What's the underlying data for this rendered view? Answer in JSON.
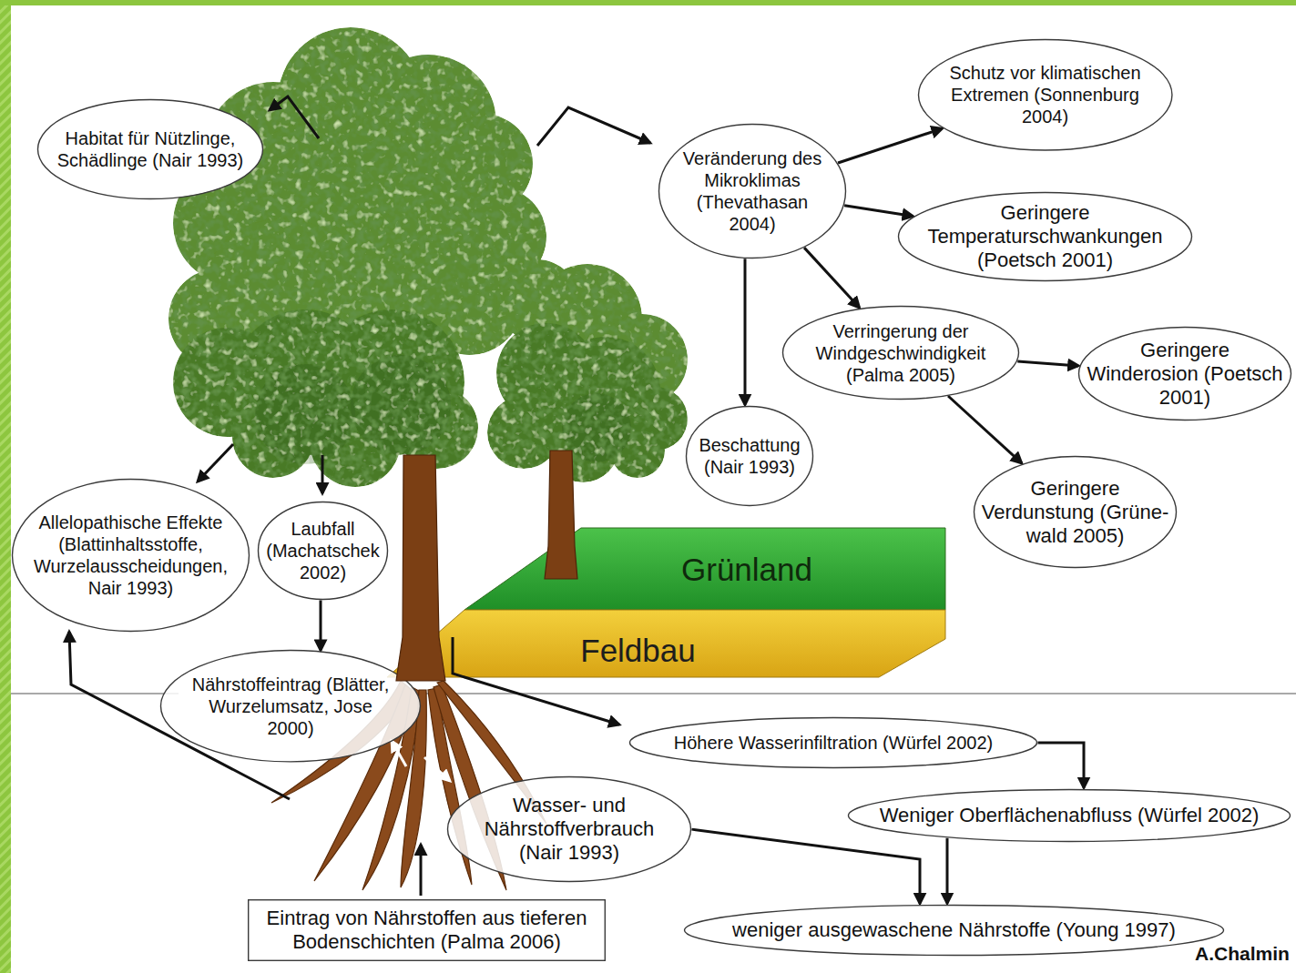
{
  "diagram": {
    "nodes": [
      {
        "text": [
          "Habitat für Nützlinge, Schädlinge (Nair 1993)"
        ]
      },
      {
        "text": [
          "Schutz vor klimatischen Extremen (Sonnenburg 2004)"
        ]
      },
      {
        "text": [
          "Veränderung des Mikroklimas (Thevathasan 2004)"
        ]
      },
      {
        "text": [
          "Geringere Temperaturschwankungen (Poetsch 2001)"
        ]
      },
      {
        "text": [
          "Verringerung der Windgeschwindigkeit (Palma 2005)"
        ]
      },
      {
        "text": [
          "Geringere Winderosion (Poetsch 2001)"
        ]
      },
      {
        "text": [
          "Beschattung (Nair 1993)"
        ]
      },
      {
        "text": [
          "Geringere Verdunstung (Grüne- wald 2005)"
        ]
      },
      {
        "text": [
          "Allelopathische Effekte (Blattinhaltsstoffe, Wurzelausscheidungen, Nair 1993)"
        ]
      },
      {
        "text": [
          "Laubfall (Machatschek 2002)"
        ]
      },
      {
        "text": [
          "Grünland"
        ]
      },
      {
        "text": [
          "Feldbau"
        ]
      },
      {
        "text": [
          "Nährstoffeintrag (Blätter, Wurzelumsatz, Jose 2000)"
        ]
      },
      {
        "text": [
          "Höhere Wasserinfiltration (Würfel 2002)"
        ]
      },
      {
        "text": [
          "Wasser- und Nährstoffverbrauch (Nair 1993)"
        ]
      },
      {
        "text": [
          "Weniger Oberflächenabfluss (Würfel 2002)"
        ]
      },
      {
        "text": [
          "Eintrag von Nährstoffen aus tieferen Bodenschichten (Palma 2006)"
        ]
      },
      {
        "text": [
          "weniger ausgewaschene Nährstoffe (Young 1997)"
        ]
      }
    ],
    "edges": [
      {
        "from": 2,
        "to": 1,
        "arrow": "to"
      },
      {
        "from": 2,
        "to": 3,
        "arrow": "to"
      },
      {
        "from": 2,
        "to": 4,
        "arrow": "to"
      },
      {
        "from": 2,
        "to": 6,
        "arrow": "to"
      },
      {
        "from": 4,
        "to": 5,
        "arrow": "to"
      },
      {
        "from": 4,
        "to": 7,
        "arrow": "to"
      },
      {
        "from": 9,
        "to": 12,
        "arrow": "to"
      },
      {
        "from": 13,
        "to": 15,
        "arrow": "to"
      },
      {
        "from": 15,
        "to": 17,
        "arrow": "to"
      },
      {
        "from": 14,
        "to": 17,
        "arrow": "to"
      }
    ],
    "labels": [
      "A.Chalmin"
    ]
  }
}
